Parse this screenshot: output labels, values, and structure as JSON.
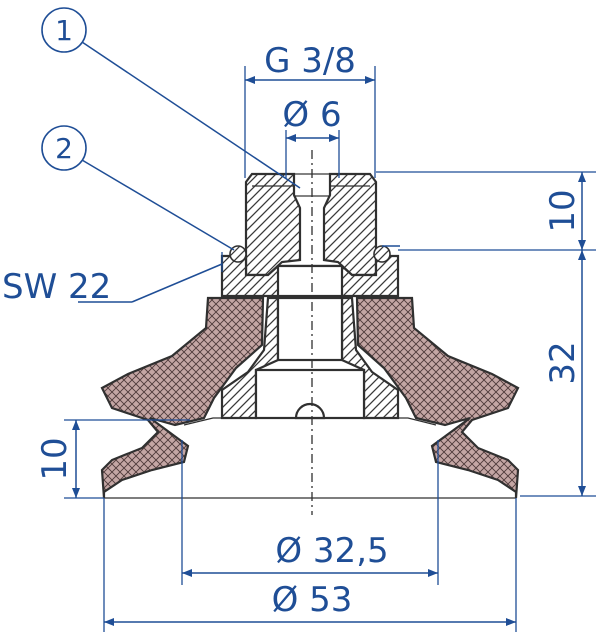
{
  "callouts": [
    {
      "number": "1"
    },
    {
      "number": "2"
    }
  ],
  "dimensions": {
    "thread": "G 3/8",
    "bore_diameter": "Ø 6",
    "wrench_size": "SW 22",
    "nipple_height": "10",
    "body_height": "32",
    "lip_height": "10",
    "inner_diameter": "Ø 32,5",
    "outer_diameter": "Ø 53"
  },
  "colors": {
    "dimension_blue": "#1f4e96",
    "outline": "#303030",
    "rubber_fill": "#c4a6a4",
    "metal_hatch": "#3a3a3a"
  }
}
